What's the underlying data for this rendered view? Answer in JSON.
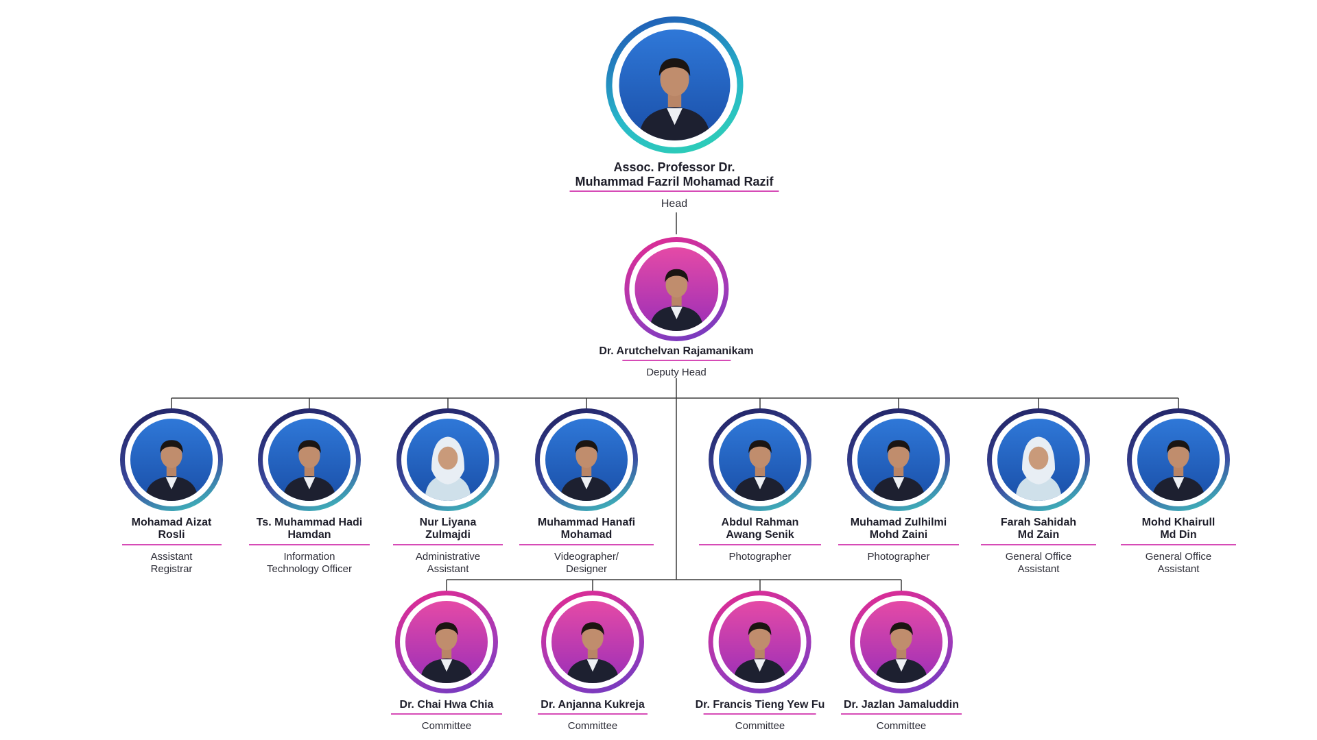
{
  "colors": {
    "blue_ring": [
      "#1f4fb4",
      "#27b8c9",
      "#2fd3b2"
    ],
    "pink_ring": [
      "#e42a8f",
      "#a33ab8",
      "#6a3ac0"
    ],
    "navy_ring": [
      "#1f1f5e",
      "#3b4aa0",
      "#3fd0c0"
    ],
    "underline_pink": "#d64bb6",
    "photo_blue": [
      "#2f78d8",
      "#1a4fa8"
    ],
    "photo_pink": [
      "#e54aa6",
      "#9b2fb8"
    ]
  },
  "head": {
    "name_lines": [
      "Assoc. Professor Dr.",
      "Muhammad Fazril Mohamad Razif"
    ],
    "role_lines": [
      "Head"
    ]
  },
  "deputy": {
    "name_lines": [
      "Dr. Arutchelvan Rajamanikam"
    ],
    "role_lines": [
      "Deputy Head"
    ]
  },
  "staff": [
    {
      "name_lines": [
        "Mohamad Aizat",
        "Rosli"
      ],
      "role_lines": [
        "Assistant",
        "Registrar"
      ]
    },
    {
      "name_lines": [
        "Ts. Muhammad Hadi",
        "Hamdan"
      ],
      "role_lines": [
        "Information",
        "Technology Officer"
      ]
    },
    {
      "name_lines": [
        "Nur Liyana",
        "Zulmajdi"
      ],
      "role_lines": [
        "Administrative",
        "Assistant"
      ]
    },
    {
      "name_lines": [
        "Muhammad Hanafi",
        "Mohamad"
      ],
      "role_lines": [
        "Videographer/",
        "Designer"
      ]
    },
    {
      "name_lines": [
        "Abdul Rahman",
        "Awang Senik"
      ],
      "role_lines": [
        "Photographer"
      ]
    },
    {
      "name_lines": [
        "Muhamad Zulhilmi",
        "Mohd Zaini"
      ],
      "role_lines": [
        "Photographer"
      ]
    },
    {
      "name_lines": [
        "Farah Sahidah",
        "Md Zain"
      ],
      "role_lines": [
        "General Office",
        "Assistant"
      ]
    },
    {
      "name_lines": [
        "Mohd Khairull",
        "Md Din"
      ],
      "role_lines": [
        "General Office",
        "Assistant"
      ]
    }
  ],
  "committee": [
    {
      "name_lines": [
        "Dr. Chai Hwa Chia"
      ],
      "role_lines": [
        "Committee"
      ]
    },
    {
      "name_lines": [
        "Dr. Anjanna Kukreja"
      ],
      "role_lines": [
        "Committee"
      ]
    },
    {
      "name_lines": [
        "Dr. Francis Tieng Yew Fu"
      ],
      "role_lines": [
        "Committee"
      ]
    },
    {
      "name_lines": [
        "Dr. Jazlan Jamaluddin"
      ],
      "role_lines": [
        "Committee"
      ]
    }
  ]
}
